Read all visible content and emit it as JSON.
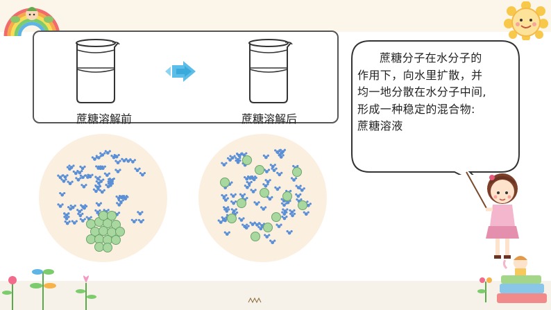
{
  "slide": {
    "beakers": [
      {
        "label": "蔗糖溶解前"
      },
      {
        "label": "蔗糖溶解后"
      }
    ],
    "explanation": {
      "lines": [
        "蔗糖分子在水分子的",
        "作用下，向水里扩散，并",
        "均一地分散在水分子中间,",
        "形成一种稳定的混合物:",
        "蔗糖溶液"
      ]
    }
  },
  "colors": {
    "panel_bg": "#fbefe0",
    "arrow": "#5bbde8",
    "water_molecule": "#5a8fd6",
    "sugar_molecule": "#a8d8a0",
    "bubble_border": "#333333"
  },
  "icons": [
    "rainbow-icon",
    "sun-icon",
    "arrow-right-icon",
    "girl-teacher-icon",
    "book-stack-icon",
    "flower-sprout-icon"
  ]
}
